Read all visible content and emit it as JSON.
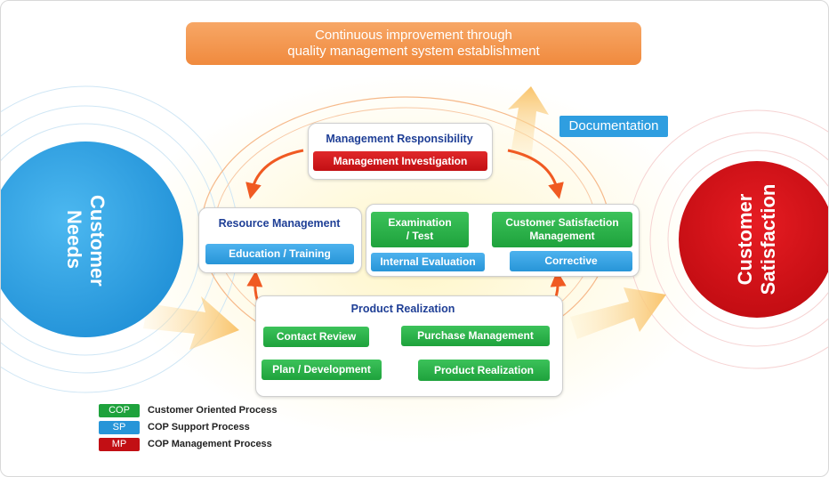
{
  "banner": {
    "line1": "Continuous improvement through",
    "line2": "quality management system establishment"
  },
  "documentation": "Documentation",
  "left_circle": {
    "line1": "Customer",
    "line2": "Needs"
  },
  "right_circle": {
    "line1": "Customer",
    "line2": "Satisfaction"
  },
  "management": {
    "title": "Management  Responsibility",
    "investigation": "Management  Investigation"
  },
  "resource": {
    "title": "Resource  Management",
    "education": "Education  /  Training"
  },
  "measurement": {
    "examination_line1": "Examination",
    "examination_line2": "/ Test",
    "satisfaction_line1": "Customer  Satisfaction",
    "satisfaction_line2": "Management",
    "internal": "Internal  Evaluation",
    "corrective": "Corrective"
  },
  "product": {
    "title": "Product  Realization",
    "contact": "Contact  Review",
    "purchase": "Purchase  Management",
    "plan": "Plan  /  Development",
    "realization": "Product  Realization"
  },
  "legend": [
    {
      "badge": "COP",
      "text": "Customer Oriented Process",
      "color": "#1ea23c"
    },
    {
      "badge": "SP",
      "text": "COP Support Process",
      "color": "#2795d8"
    },
    {
      "badge": "MP",
      "text": "COP Management Process",
      "color": "#c20f14"
    }
  ],
  "colors": {
    "green": "#1ea23c",
    "blue": "#2795d8",
    "red": "#c20f14",
    "orange": "#f08a3e"
  }
}
